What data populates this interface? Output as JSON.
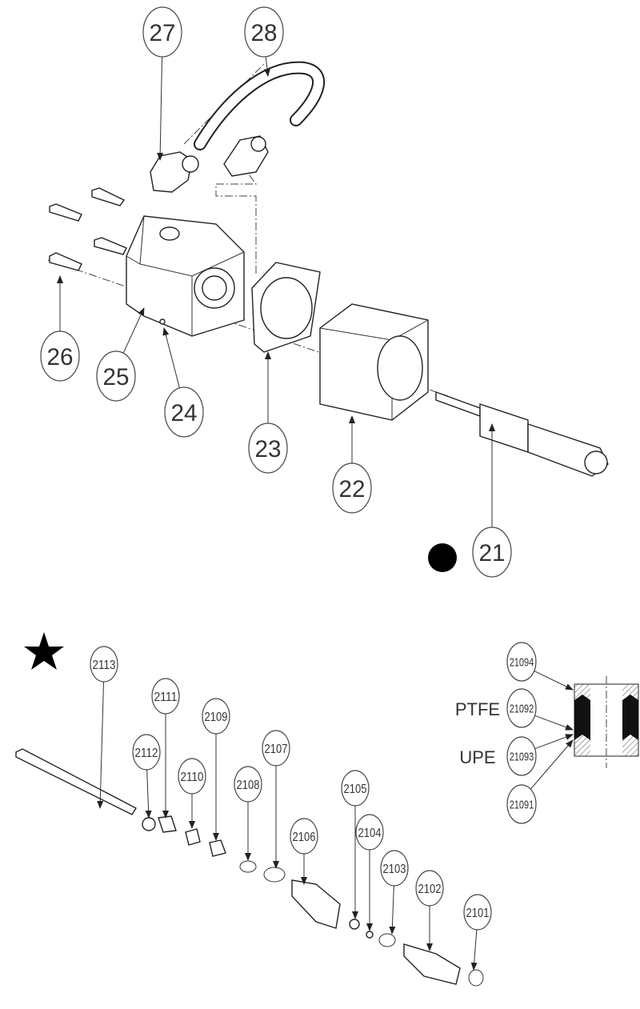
{
  "title": "Pump lower assembly exploded view",
  "upper_callouts": [
    "27",
    "28",
    "26",
    "25",
    "24",
    "23",
    "22",
    "21"
  ],
  "lower_callouts": [
    "2113",
    "2111",
    "2112",
    "2110",
    "2109",
    "2108",
    "2107",
    "2106",
    "2105",
    "2104",
    "2103",
    "2102",
    "2101"
  ],
  "seal_callouts": [
    "21094",
    "21092",
    "21093",
    "21091"
  ],
  "material_labels": {
    "ptfe": "PTFE",
    "upe": "UPE"
  },
  "markers": {
    "kit_dot": "black-dot",
    "kit_star": "black-star"
  },
  "colors": {
    "line": "#333333",
    "marker": "#000000"
  }
}
